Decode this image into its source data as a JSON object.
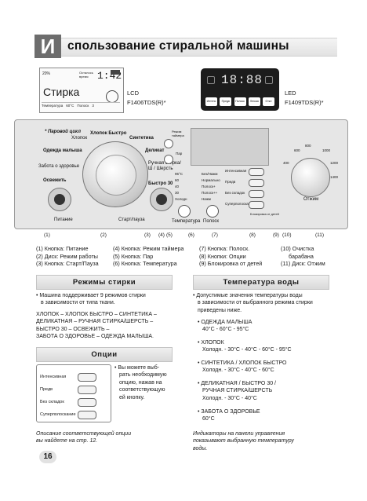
{
  "header": {
    "initial": "И",
    "title": "спользование стиральной машины"
  },
  "lcd_screen": {
    "percent": "20%",
    "time_left": "Осталось время",
    "time": "1:42",
    "program": "Стирка",
    "row": [
      "Температура",
      "60°C",
      "Полоск",
      "3"
    ]
  },
  "lcd_label": {
    "line1": "LCD",
    "line2": "F1406TDS(R)*"
  },
  "led_screen": {
    "digits": "18:88",
    "buttons": [
      "Интенс",
      "Предв",
      "Полоск",
      "Легкая",
      "Откл"
    ]
  },
  "led_label": {
    "line1": "LED",
    "line2": "F1409TDS(R)*"
  },
  "panel": {
    "left_programs": [
      "* Паровой цикл",
      "Хлопок",
      "Хлопок Быстро",
      "Синтетика",
      "Одежда малыша",
      "Деликат",
      "Забота о здоровье",
      "Ручная стирка/ Ш / Шерсть",
      "Освежить",
      "Быстро 30"
    ],
    "power": "Питание",
    "start": "Старт/пауза",
    "steam": "Режим таймера",
    "par": "Пар",
    "temps": [
      "95°C",
      "60",
      "40",
      "30",
      "Холодн"
    ],
    "rinse": [
      "Без/Нажм",
      "Нормально",
      "Полоск+",
      "Полоск++",
      "Нажм"
    ],
    "temp_label": "Температура",
    "rinse_label": "Полоск",
    "options": [
      "Интенсивная",
      "Предв",
      "Без складок",
      "Суперполоскание"
    ],
    "lock_note": "Блокировка от детей",
    "spin_values": [
      "600",
      "800",
      "1000",
      "400",
      "1200",
      "1400"
    ],
    "spin_label": "Отжим"
  },
  "callouts": [
    "(1)",
    "(2)",
    "(3)",
    "(4)",
    "(5)",
    "(6)",
    "(7)",
    "(8)",
    "(9)",
    "(10)",
    "(11)"
  ],
  "legend": {
    "c1": [
      "(1) Кнопка: Питание",
      "(2) Диск: Режим работы",
      "(3) Кнопка: Старт/Пауза"
    ],
    "c2": [
      "(4) Кнопка: Режим таймера",
      "(5) Кнопка: Пар",
      "(6) Кнопка: Температура"
    ],
    "c3": [
      "(7) Кнопка: Полоск.",
      "(8) Кнопки: Опции",
      "(9) Блокировка от детей"
    ],
    "c4": [
      "(10) Очистка",
      "барабана",
      "(11) Диск: Отжим"
    ]
  },
  "modes": {
    "heading": "Режимы стирки",
    "bullet": "• Машина поддерживает 9 режимов стирки в зависимости от типа ткани.",
    "bullet_l1": "• Машина поддерживает 9 режимов стирки",
    "bullet_l2": "в зависимости от типа ткани.",
    "list": [
      "ХЛОПОК – ХЛОПОК БЫСТРО – СИНТЕТИКА –",
      "ДЕЛИКАТНАЯ – РУЧНАЯ СТИРКА/ШЕРСТЬ –",
      "БЫСТРО 30 – ОСВЕЖИТЬ –",
      "ЗАБОТА О ЗДОРОВЬЕ – ОДЕЖДА МАЛЫША."
    ]
  },
  "options_sec": {
    "heading": "Опции",
    "card": [
      "Интенсивная",
      "Предв",
      "Без складок",
      "Суперполоскание"
    ],
    "note": [
      "• Вы можете выб-",
      "рать необходимую",
      "опцию, нажав на",
      "соответствующую",
      "ей кнопку."
    ],
    "footnote": [
      "Описание соответствующей опции",
      "вы найдете на стр. 12."
    ]
  },
  "temp_sec": {
    "heading": "Температура воды",
    "intro": [
      "• Допустимые значения температуры воды",
      "в зависимости от выбранного режима стирки",
      "приведены ниже."
    ],
    "items": [
      {
        "name": "• ОДЕЖДА МАЛЫША",
        "vals": "40°C - 60°C - 95°C"
      },
      {
        "name": "• ХЛОПОК",
        "vals": "Холодн. - 30°C - 40°C - 60°C - 95°C"
      },
      {
        "name": "• СИНТЕТИКА / ХЛОПОК БЫСТРО",
        "vals": "Холодн. - 30°C - 40°C - 60°C"
      },
      {
        "name": "• ДЕЛИКАТНАЯ / БЫСТРО 30 /",
        "name2": "РУЧНАЯ СТИРКА/ШЕРСТЬ",
        "vals": "Холодн. - 30°C - 40°C"
      },
      {
        "name": "• ЗАБОТА О ЗДОРОВЬЕ",
        "vals": "60°C"
      }
    ],
    "footnote": [
      "Индикаторы на панели управления",
      "показывают выбранную температуру",
      "воды."
    ]
  },
  "page_number": "16"
}
